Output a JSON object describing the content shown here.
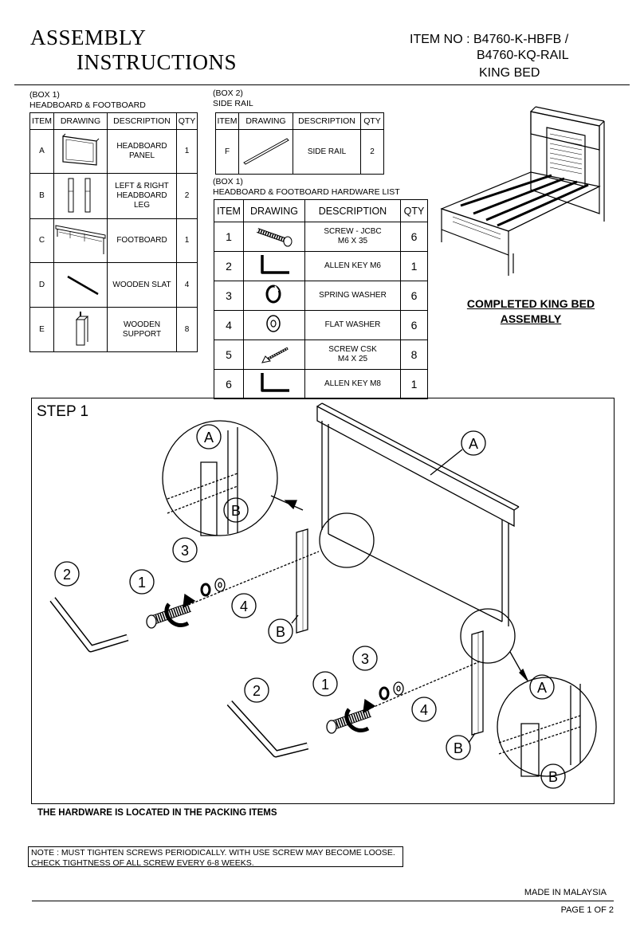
{
  "header": {
    "title_line1": "ASSEMBLY",
    "title_line2": "INSTRUCTIONS",
    "item_no_line1": "ITEM NO : B4760-K-HBFB /",
    "item_no_line2": "B4760-KQ-RAIL",
    "product": "KING BED"
  },
  "box1": {
    "label": "(BOX 1)",
    "title": "HEADBOARD & FOOTBOARD",
    "columns": [
      "ITEM",
      "DRAWING",
      "DESCRIPTION",
      "QTY"
    ],
    "rows": [
      {
        "item": "A",
        "drawing": "headboard-panel-icon",
        "description_1": "HEADBOARD",
        "description_2": "PANEL",
        "qty": "1"
      },
      {
        "item": "B",
        "drawing": "headboard-leg-icon",
        "description_1": "LEFT & RIGHT",
        "description_2": "HEADBOARD",
        "description_3": "LEG",
        "qty": "2"
      },
      {
        "item": "C",
        "drawing": "footboard-icon",
        "description_1": "FOOTBOARD",
        "qty": "1"
      },
      {
        "item": "D",
        "drawing": "wooden-slat-icon",
        "description_1": "WOODEN SLAT",
        "qty": "4"
      },
      {
        "item": "E",
        "drawing": "wooden-support-icon",
        "description_1": "WOODEN",
        "description_2": "SUPPORT",
        "qty": "8"
      }
    ]
  },
  "box2": {
    "label": "(BOX 2)",
    "title": "SIDE RAIL",
    "columns": [
      "ITEM",
      "DRAWING",
      "DESCRIPTION",
      "QTY"
    ],
    "rows": [
      {
        "item": "F",
        "drawing": "side-rail-icon",
        "description_1": "SIDE RAIL",
        "qty": "2"
      }
    ]
  },
  "hardware": {
    "label": "(BOX 1)",
    "title": "HEADBOARD & FOOTBOARD HARDWARE LIST",
    "columns": [
      "ITEM",
      "DRAWING",
      "DESCRIPTION",
      "QTY"
    ],
    "rows": [
      {
        "item": "1",
        "drawing": "screw-jcbc-icon",
        "description_1": "SCREW - JCBC",
        "description_2": "M6 X 35",
        "qty": "6"
      },
      {
        "item": "2",
        "drawing": "allen-key-icon",
        "description_1": "ALLEN KEY M6",
        "qty": "1"
      },
      {
        "item": "3",
        "drawing": "spring-washer-icon",
        "description_1": "SPRING WASHER",
        "qty": "6"
      },
      {
        "item": "4",
        "drawing": "flat-washer-icon",
        "description_1": "FLAT WASHER",
        "qty": "6"
      },
      {
        "item": "5",
        "drawing": "screw-csk-icon",
        "description_1": "SCREW CSK",
        "description_2": "M4 X 25",
        "qty": "8"
      },
      {
        "item": "6",
        "drawing": "allen-key-icon",
        "description_1": "ALLEN KEY M8",
        "qty": "1"
      }
    ]
  },
  "completed": {
    "line1": "COMPLETED KING BED",
    "line2": "ASSEMBLY"
  },
  "step1": {
    "title": "STEP 1",
    "callouts": {
      "a": "A",
      "b": "B",
      "n1": "1",
      "n2": "2",
      "n3": "3",
      "n4": "4"
    }
  },
  "hardware_note": "THE HARDWARE IS LOCATED IN THE PACKING ITEMS",
  "note": {
    "line1": "NOTE : MUST TIGHTEN SCREWS PERIODICALLY. WITH USE SCREW MAY BECOME LOOSE.",
    "line2": "CHECK TIGHTNESS OF ALL SCREW EVERY 6-8 WEEKS."
  },
  "footer": {
    "made_in": "MADE IN MALAYSIA",
    "page": "PAGE 1 OF 2"
  }
}
